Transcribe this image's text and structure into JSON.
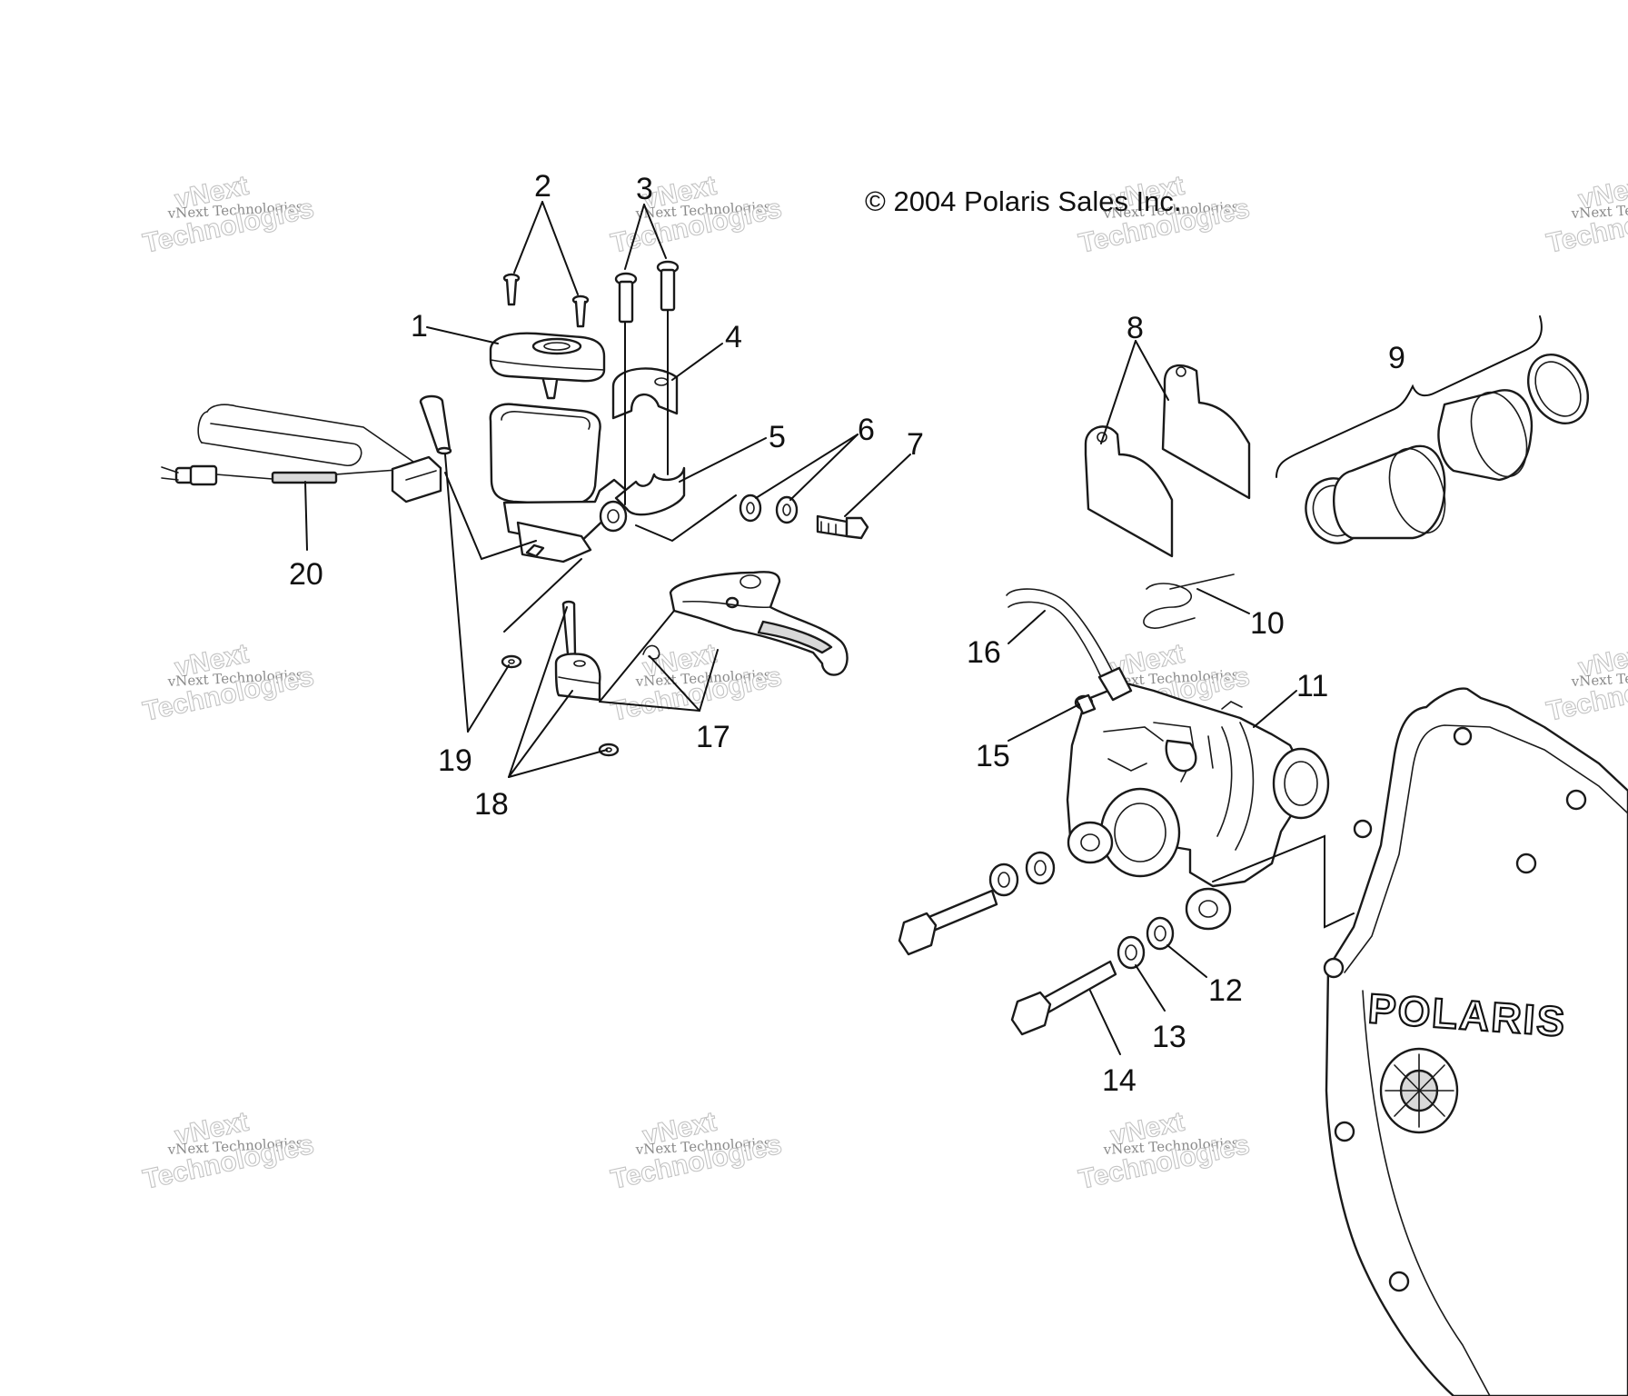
{
  "copyright": "© 2004 Polaris Sales Inc.",
  "brand_label": "POLARIS",
  "watermark": {
    "line_top": "vNext",
    "line_small": "vNext Technologies",
    "line_big": "Technologies"
  },
  "callouts": [
    "1",
    "2",
    "3",
    "4",
    "5",
    "6",
    "7",
    "8",
    "9",
    "10",
    "11",
    "12",
    "13",
    "14",
    "15",
    "16",
    "17",
    "18",
    "19",
    "20"
  ]
}
